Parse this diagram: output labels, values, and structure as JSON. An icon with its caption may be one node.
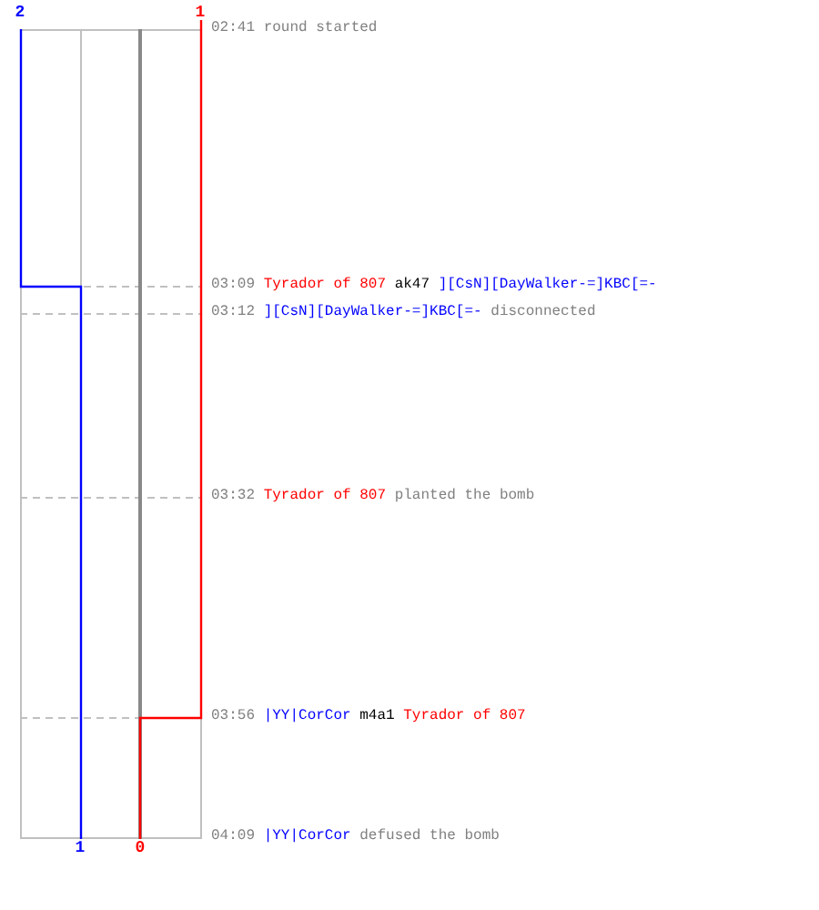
{
  "diagram": {
    "labels": [
      "2",
      "1",
      "02:41",
      "round started",
      "03:09",
      "Tyrador of 807",
      "ak47",
      "][CsN][DayWalker-=]KBC[=-",
      "03:12",
      "][CsN][DayWalker-=]KBC[=-",
      "disconnected",
      "03:32",
      "Tyrador of 807",
      "planted the bomb",
      "03:56",
      "|YY|CorCor",
      "m4a1",
      "Tyrador of 807",
      "04:09",
      "|YY|CorCor",
      "defused the bomb",
      "1",
      "0"
    ]
  }
}
